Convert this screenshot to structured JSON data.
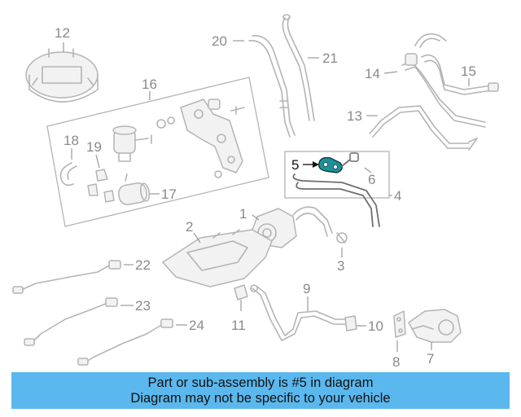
{
  "diagram": {
    "callouts": {
      "c1": "1",
      "c2": "2",
      "c3": "3",
      "c4": "4",
      "c5": "5",
      "c6": "6",
      "c7": "7",
      "c8": "8",
      "c9": "9",
      "c10": "10",
      "c11": "11",
      "c12": "12",
      "c13": "13",
      "c14": "14",
      "c15": "15",
      "c16": "16",
      "c17": "17",
      "c18": "18",
      "c19": "19",
      "c20": "20",
      "c21": "21",
      "c22": "22",
      "c23": "23",
      "c24": "24"
    },
    "highlighted_part": "5",
    "highlight_color": "#1f8f9a"
  },
  "banner": {
    "line1": "Part or sub-assembly is #5 in diagram",
    "line2": "Diagram may not be specific to your vehicle",
    "background": "#5bb8ee"
  }
}
